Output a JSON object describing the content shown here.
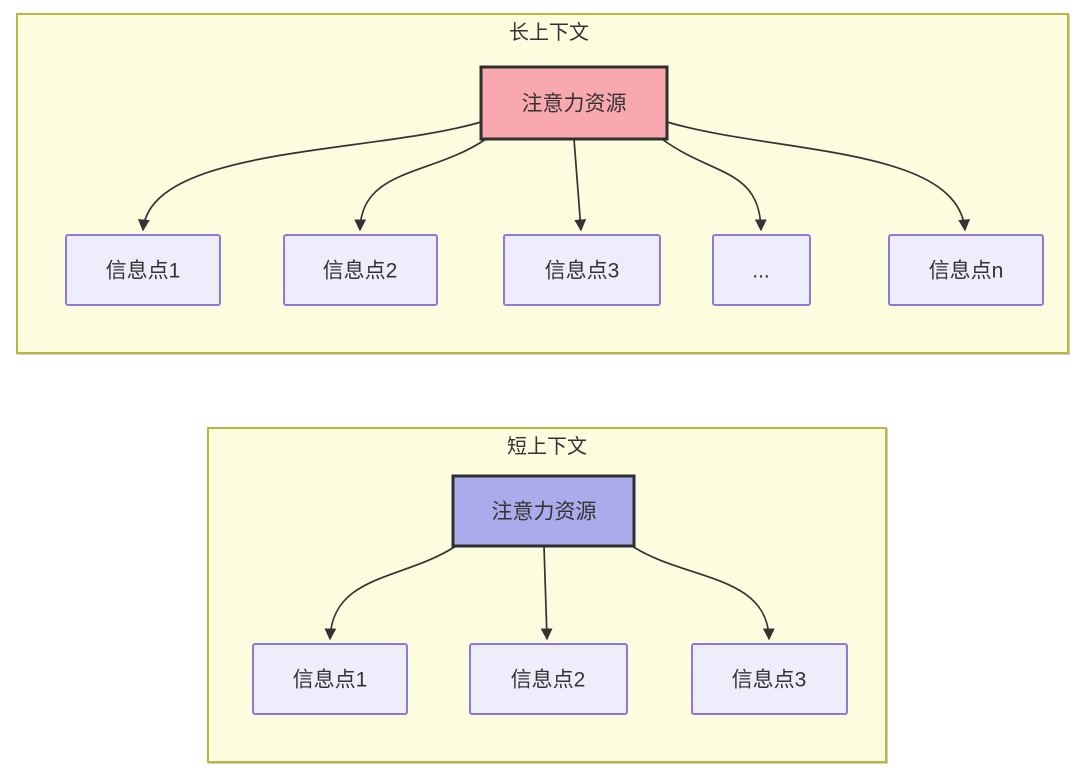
{
  "diagram": {
    "long_context": {
      "title": "长上下文",
      "root_label": "注意力资源",
      "children": [
        "信息点1",
        "信息点2",
        "信息点3",
        "...",
        "信息点n"
      ]
    },
    "short_context": {
      "title": "短上下文",
      "root_label": "注意力资源",
      "children": [
        "信息点1",
        "信息点2",
        "信息点3"
      ]
    },
    "colors": {
      "container_fill": "#FCFCDF",
      "container_border": "#B9B73F",
      "long_root_fill": "#F8A8AE",
      "short_root_fill": "#ABABEB",
      "root_border": "#2F2F2F",
      "child_fill": "#EDEDFB",
      "child_border": "#9177D6",
      "edge_color": "#333333",
      "text_color": "#333333"
    }
  }
}
